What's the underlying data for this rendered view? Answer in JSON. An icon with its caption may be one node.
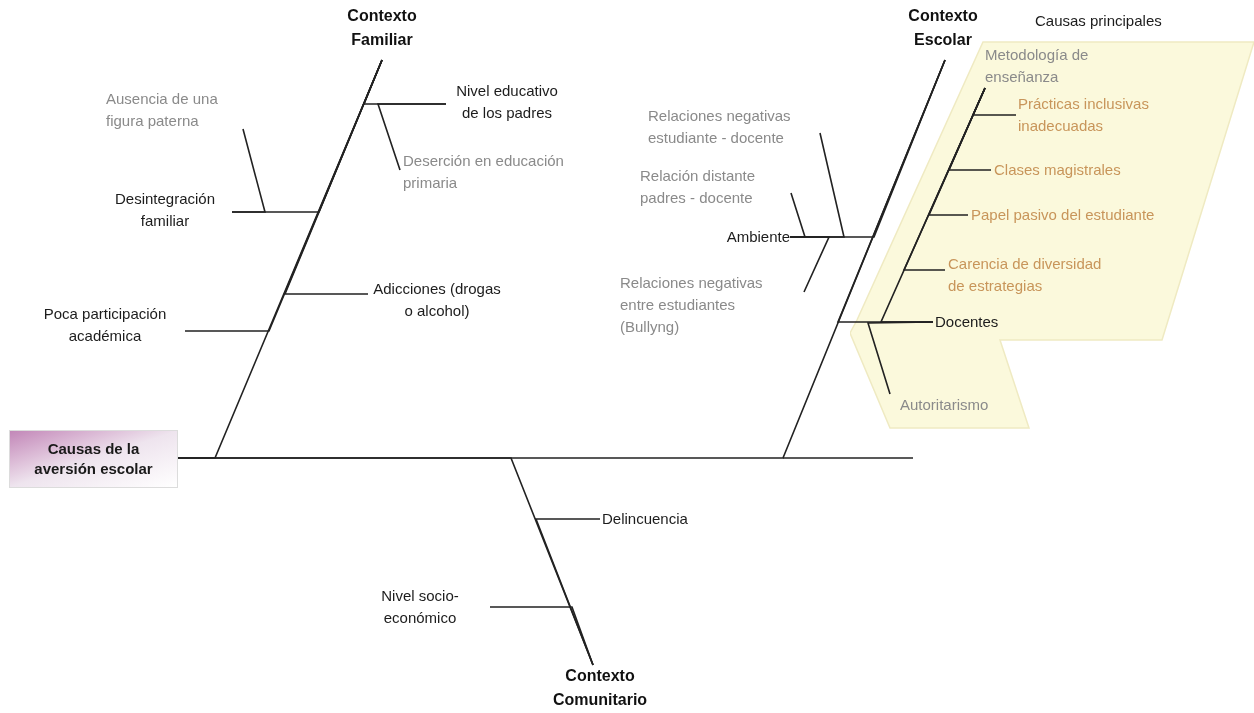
{
  "diagram": {
    "nodes": [
      {
        "text": [
          "Causas de la aversión escolar"
        ]
      },
      {
        "text": [
          "Contexto Familiar"
        ]
      },
      {
        "text": [
          "Nivel educativo de los padres"
        ]
      },
      {
        "text": [
          "Deserción en educación primaria"
        ]
      },
      {
        "text": [
          "Ausencia de una figura paterna"
        ]
      },
      {
        "text": [
          "Desintegración familiar"
        ]
      },
      {
        "text": [
          "Adicciones (drogas o alcohol)"
        ]
      },
      {
        "text": [
          "Poca participación académica"
        ]
      },
      {
        "text": [
          "Contexto Escolar"
        ]
      },
      {
        "text": [
          "Ambiente"
        ]
      },
      {
        "text": [
          "Relaciones negativas estudiante - docente"
        ]
      },
      {
        "text": [
          "Relación distante padres - docente"
        ]
      },
      {
        "text": [
          "Relaciones negativas entre estudiantes (Bullyng)"
        ]
      },
      {
        "text": [
          "Causas principales"
        ]
      },
      {
        "text": [
          "Metodología de enseñanza"
        ],
        "in": 13
      },
      {
        "text": [
          "Prácticas inclusivas inadecuadas"
        ],
        "in": 13
      },
      {
        "text": [
          "Clases magistrales"
        ],
        "in": 13
      },
      {
        "text": [
          "Papel pasivo del estudiante"
        ],
        "in": 13
      },
      {
        "text": [
          "Carencia de diversidad de estrategias"
        ],
        "in": 13
      },
      {
        "text": [
          "Docentes"
        ],
        "in": 13
      },
      {
        "text": [
          "Autoritarismo"
        ],
        "in": 13
      },
      {
        "text": [
          "Contexto Comunitario"
        ]
      },
      {
        "text": [
          "Delincuencia"
        ]
      },
      {
        "text": [
          "Nivel socio-económico"
        ]
      }
    ],
    "edges": [
      {
        "from": 1,
        "to": 0,
        "arrow": "none"
      },
      {
        "from": 8,
        "to": 0,
        "arrow": "none"
      },
      {
        "from": 21,
        "to": 0,
        "arrow": "none"
      },
      {
        "from": 2,
        "to": 1,
        "arrow": "none"
      },
      {
        "from": 3,
        "to": 2,
        "arrow": "none"
      },
      {
        "from": 5,
        "to": 1,
        "arrow": "none"
      },
      {
        "from": 4,
        "to": 5,
        "arrow": "none"
      },
      {
        "from": 6,
        "to": 1,
        "arrow": "none"
      },
      {
        "from": 7,
        "to": 1,
        "arrow": "none"
      },
      {
        "from": 9,
        "to": 8,
        "arrow": "none"
      },
      {
        "from": 10,
        "to": 9,
        "arrow": "none"
      },
      {
        "from": 11,
        "to": 9,
        "arrow": "none"
      },
      {
        "from": 12,
        "to": 9,
        "arrow": "none"
      },
      {
        "from": 19,
        "to": 8,
        "arrow": "none"
      },
      {
        "from": 14,
        "to": 19,
        "arrow": "none"
      },
      {
        "from": 15,
        "to": 14,
        "arrow": "none"
      },
      {
        "from": 16,
        "to": 14,
        "arrow": "none"
      },
      {
        "from": 17,
        "to": 14,
        "arrow": "none"
      },
      {
        "from": 18,
        "to": 14,
        "arrow": "none"
      },
      {
        "from": 20,
        "to": 19,
        "arrow": "none"
      },
      {
        "from": 22,
        "to": 21,
        "arrow": "none"
      },
      {
        "from": 23,
        "to": 21,
        "arrow": "none"
      }
    ]
  }
}
